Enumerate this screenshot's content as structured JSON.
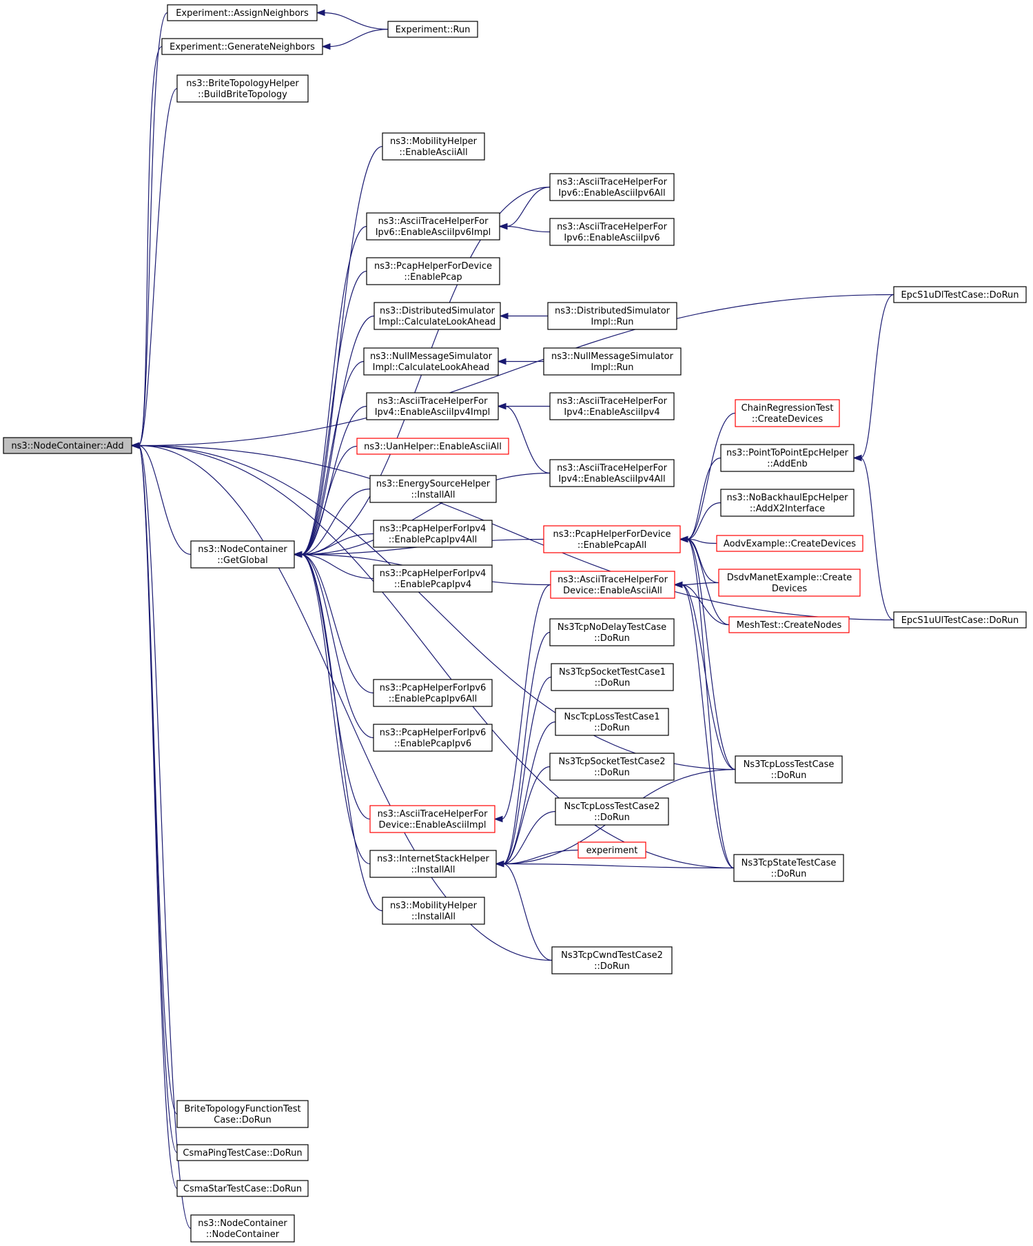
{
  "graph": {
    "edge_color": "#191970",
    "node_border_color": "#000000",
    "truncated_node_border_color": "#ff0000",
    "root_fill_color": "#bfbfbf",
    "nodes": [
      {
        "id": "add",
        "lines": [
          "ns3::NodeContainer::Add"
        ],
        "style": "root"
      },
      {
        "id": "assignNeighbors",
        "lines": [
          "Experiment::AssignNeighbors"
        ]
      },
      {
        "id": "generateNeighbors",
        "lines": [
          "Experiment::GenerateNeighbors"
        ]
      },
      {
        "id": "expRun",
        "lines": [
          "Experiment::Run"
        ]
      },
      {
        "id": "buildBrite",
        "lines": [
          "ns3::BriteTopologyHelper",
          "::BuildBriteTopology"
        ]
      },
      {
        "id": "mobEnableAsciiAll",
        "lines": [
          "ns3::MobilityHelper",
          "::EnableAsciiAll"
        ]
      },
      {
        "id": "asciiIpv6All",
        "lines": [
          "ns3::AsciiTraceHelperFor",
          "Ipv6::EnableAsciiIpv6All"
        ]
      },
      {
        "id": "asciiIpv6Impl",
        "lines": [
          "ns3::AsciiTraceHelperFor",
          "Ipv6::EnableAsciiIpv6Impl"
        ]
      },
      {
        "id": "asciiIpv6",
        "lines": [
          "ns3::AsciiTraceHelperFor",
          "Ipv6::EnableAsciiIpv6"
        ]
      },
      {
        "id": "pcapDevEnablePcap",
        "lines": [
          "ns3::PcapHelperForDevice",
          "::EnablePcap"
        ]
      },
      {
        "id": "distCalc",
        "lines": [
          "ns3::DistributedSimulator",
          "Impl::CalculateLookAhead"
        ]
      },
      {
        "id": "distRun",
        "lines": [
          "ns3::DistributedSimulator",
          "Impl::Run"
        ]
      },
      {
        "id": "nullCalc",
        "lines": [
          "ns3::NullMessageSimulator",
          "Impl::CalculateLookAhead"
        ]
      },
      {
        "id": "nullRun",
        "lines": [
          "ns3::NullMessageSimulator",
          "Impl::Run"
        ]
      },
      {
        "id": "asciiIpv4Impl",
        "lines": [
          "ns3::AsciiTraceHelperFor",
          "Ipv4::EnableAsciiIpv4Impl"
        ]
      },
      {
        "id": "asciiIpv4",
        "lines": [
          "ns3::AsciiTraceHelperFor",
          "Ipv4::EnableAsciiIpv4"
        ]
      },
      {
        "id": "asciiIpv4All",
        "lines": [
          "ns3::AsciiTraceHelperFor",
          "Ipv4::EnableAsciiIpv4All"
        ]
      },
      {
        "id": "uanEnableAsciiAll",
        "lines": [
          "ns3::UanHelper::EnableAsciiAll"
        ],
        "style": "red"
      },
      {
        "id": "energyInstallAll",
        "lines": [
          "ns3::EnergySourceHelper",
          "::InstallAll"
        ]
      },
      {
        "id": "pcapIpv4All",
        "lines": [
          "ns3::PcapHelperForIpv4",
          "::EnablePcapIpv4All"
        ]
      },
      {
        "id": "pcapIpv4",
        "lines": [
          "ns3::PcapHelperForIpv4",
          "::EnablePcapIpv4"
        ]
      },
      {
        "id": "getGlobal",
        "lines": [
          "ns3::NodeContainer",
          "::GetGlobal"
        ]
      },
      {
        "id": "pcapIpv6All",
        "lines": [
          "ns3::PcapHelperForIpv6",
          "::EnablePcapIpv6All"
        ]
      },
      {
        "id": "pcapIpv6",
        "lines": [
          "ns3::PcapHelperForIpv6",
          "::EnablePcapIpv6"
        ]
      },
      {
        "id": "asciiDevImpl",
        "lines": [
          "ns3::AsciiTraceHelperFor",
          "Device::EnableAsciiImpl"
        ],
        "style": "red"
      },
      {
        "id": "internetInstallAll",
        "lines": [
          "ns3::InternetStackHelper",
          "::InstallAll"
        ]
      },
      {
        "id": "mobInstallAll",
        "lines": [
          "ns3::MobilityHelper",
          "::InstallAll"
        ]
      },
      {
        "id": "pcapDevEnableAll",
        "lines": [
          "ns3::PcapHelperForDevice",
          "::EnablePcapAll"
        ],
        "style": "red"
      },
      {
        "id": "asciiDevEnableAll",
        "lines": [
          "ns3::AsciiTraceHelperFor",
          "Device::EnableAsciiAll"
        ],
        "style": "red"
      },
      {
        "id": "noDelay",
        "lines": [
          "Ns3TcpNoDelayTestCase",
          "::DoRun"
        ]
      },
      {
        "id": "socket1",
        "lines": [
          "Ns3TcpSocketTestCase1",
          "::DoRun"
        ]
      },
      {
        "id": "nscLoss1",
        "lines": [
          "NscTcpLossTestCase1",
          "::DoRun"
        ]
      },
      {
        "id": "socket2",
        "lines": [
          "Ns3TcpSocketTestCase2",
          "::DoRun"
        ]
      },
      {
        "id": "nscLoss2",
        "lines": [
          "NscTcpLossTestCase2",
          "::DoRun"
        ]
      },
      {
        "id": "experiment",
        "lines": [
          "experiment"
        ],
        "style": "red"
      },
      {
        "id": "cwnd2",
        "lines": [
          "Ns3TcpCwndTestCase2",
          "::DoRun"
        ]
      },
      {
        "id": "chainReg",
        "lines": [
          "ChainRegressionTest",
          "::CreateDevices"
        ],
        "style": "red"
      },
      {
        "id": "p2pAddEnb",
        "lines": [
          "ns3::PointToPointEpcHelper",
          "::AddEnb"
        ]
      },
      {
        "id": "noBackhaul",
        "lines": [
          "ns3::NoBackhaulEpcHelper",
          "::AddX2Interface"
        ]
      },
      {
        "id": "aodv",
        "lines": [
          "AodvExample::CreateDevices"
        ],
        "style": "red"
      },
      {
        "id": "dsdv",
        "lines": [
          "DsdvManetExample::Create",
          "Devices"
        ],
        "style": "red"
      },
      {
        "id": "meshTest",
        "lines": [
          "MeshTest::CreateNodes"
        ],
        "style": "red"
      },
      {
        "id": "tcpLoss",
        "lines": [
          "Ns3TcpLossTestCase",
          "::DoRun"
        ]
      },
      {
        "id": "tcpState",
        "lines": [
          "Ns3TcpStateTestCase",
          "::DoRun"
        ]
      },
      {
        "id": "epcDl",
        "lines": [
          "EpcS1uDlTestCase::DoRun"
        ]
      },
      {
        "id": "epcUl",
        "lines": [
          "EpcS1uUlTestCase::DoRun"
        ]
      },
      {
        "id": "briteFunc",
        "lines": [
          "BriteTopologyFunctionTest",
          "Case::DoRun"
        ]
      },
      {
        "id": "csmaPing",
        "lines": [
          "CsmaPingTestCase::DoRun"
        ]
      },
      {
        "id": "csmaStar",
        "lines": [
          "CsmaStarTestCase::DoRun"
        ]
      },
      {
        "id": "ncCtor",
        "lines": [
          "ns3::NodeContainer",
          "::NodeContainer"
        ]
      }
    ],
    "edges": [
      [
        "add",
        "assignNeighbors"
      ],
      [
        "add",
        "generateNeighbors"
      ],
      [
        "add",
        "buildBrite"
      ],
      [
        "add",
        "epcDl"
      ],
      [
        "add",
        "getGlobal"
      ],
      [
        "add",
        "cwnd2"
      ],
      [
        "add",
        "tcpLoss"
      ],
      [
        "add",
        "tcpState"
      ],
      [
        "add",
        "epcUl"
      ],
      [
        "add",
        "briteFunc"
      ],
      [
        "add",
        "csmaPing"
      ],
      [
        "add",
        "csmaStar"
      ],
      [
        "add",
        "ncCtor"
      ],
      [
        "assignNeighbors",
        "expRun"
      ],
      [
        "generateNeighbors",
        "expRun"
      ],
      [
        "getGlobal",
        "mobEnableAsciiAll"
      ],
      [
        "getGlobal",
        "asciiIpv6All"
      ],
      [
        "getGlobal",
        "asciiIpv6Impl"
      ],
      [
        "getGlobal",
        "pcapDevEnablePcap"
      ],
      [
        "getGlobal",
        "distCalc"
      ],
      [
        "getGlobal",
        "nullCalc"
      ],
      [
        "getGlobal",
        "asciiIpv4Impl"
      ],
      [
        "getGlobal",
        "uanEnableAsciiAll"
      ],
      [
        "getGlobal",
        "energyInstallAll"
      ],
      [
        "getGlobal",
        "pcapIpv4All"
      ],
      [
        "getGlobal",
        "pcapIpv4"
      ],
      [
        "getGlobal",
        "asciiIpv4All"
      ],
      [
        "getGlobal",
        "pcapDevEnableAll"
      ],
      [
        "getGlobal",
        "pcapIpv6All"
      ],
      [
        "getGlobal",
        "pcapIpv6"
      ],
      [
        "getGlobal",
        "asciiDevEnableAll"
      ],
      [
        "getGlobal",
        "asciiDevImpl"
      ],
      [
        "getGlobal",
        "internetInstallAll"
      ],
      [
        "getGlobal",
        "mobInstallAll"
      ],
      [
        "asciiIpv6Impl",
        "asciiIpv6All"
      ],
      [
        "asciiIpv6Impl",
        "asciiIpv6"
      ],
      [
        "distCalc",
        "distRun"
      ],
      [
        "nullCalc",
        "nullRun"
      ],
      [
        "asciiIpv4Impl",
        "asciiIpv4"
      ],
      [
        "asciiIpv4Impl",
        "asciiIpv4All"
      ],
      [
        "asciiDevImpl",
        "asciiDevEnableAll"
      ],
      [
        "internetInstallAll",
        "noDelay"
      ],
      [
        "internetInstallAll",
        "socket1"
      ],
      [
        "internetInstallAll",
        "nscLoss1"
      ],
      [
        "internetInstallAll",
        "socket2"
      ],
      [
        "internetInstallAll",
        "nscLoss2"
      ],
      [
        "internetInstallAll",
        "experiment"
      ],
      [
        "internetInstallAll",
        "tcpLoss"
      ],
      [
        "internetInstallAll",
        "tcpState"
      ],
      [
        "internetInstallAll",
        "cwnd2"
      ],
      [
        "pcapDevEnableAll",
        "chainReg"
      ],
      [
        "pcapDevEnableAll",
        "p2pAddEnb"
      ],
      [
        "pcapDevEnableAll",
        "noBackhaul"
      ],
      [
        "pcapDevEnableAll",
        "aodv"
      ],
      [
        "pcapDevEnableAll",
        "dsdv"
      ],
      [
        "pcapDevEnableAll",
        "meshTest"
      ],
      [
        "pcapDevEnableAll",
        "tcpLoss"
      ],
      [
        "pcapDevEnableAll",
        "tcpState"
      ],
      [
        "asciiDevEnableAll",
        "dsdv"
      ],
      [
        "asciiDevEnableAll",
        "meshTest"
      ],
      [
        "asciiDevEnableAll",
        "tcpLoss"
      ],
      [
        "asciiDevEnableAll",
        "tcpState"
      ],
      [
        "p2pAddEnb",
        "epcDl"
      ],
      [
        "p2pAddEnb",
        "epcUl"
      ]
    ]
  }
}
